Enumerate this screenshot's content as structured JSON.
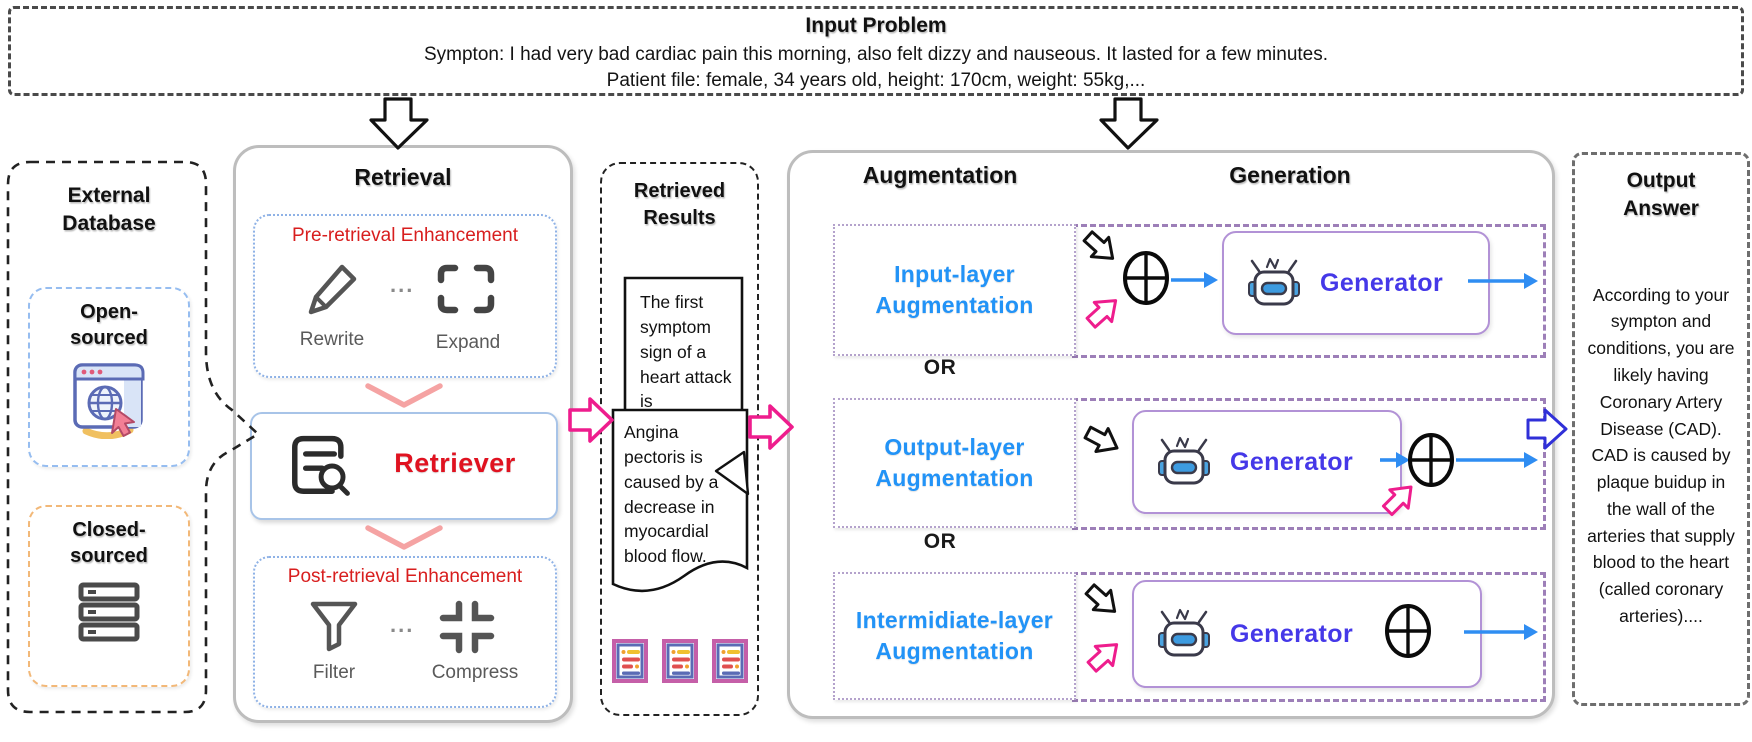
{
  "input_problem": {
    "title": "Input Problem",
    "symptom_line": "Sympton: I had very bad cardiac pain this morning, also felt dizzy and nauseous. It lasted for a few minutes.",
    "patient_line": "Patient file: female, 34 years old, height: 170cm, weight: 55kg,..."
  },
  "external_database": {
    "title": "External Database",
    "open_sourced_label": "Open-sourced",
    "closed_sourced_label": "Closed-sourced"
  },
  "retrieval": {
    "title": "Retrieval",
    "pre_enhancement_title": "Pre-retrieval Enhancement",
    "rewrite_label": "Rewrite",
    "ellipsis": "...",
    "expand_label": "Expand",
    "retriever_label": "Retriever",
    "post_enhancement_title": "Post-retrieval Enhancement",
    "filter_label": "Filter",
    "compress_label": "Compress"
  },
  "retrieved_results": {
    "title": "Retrieved Results",
    "snippet_1": "The first symptom sign of a heart attack is",
    "snippet_2": "Angina pectoris is caused by a decrease in myocardial blood flow."
  },
  "augmentation_generation": {
    "augmentation_title": "Augmentation",
    "generation_title": "Generation",
    "or_label": "OR",
    "generator_label": "Generator",
    "rows": [
      {
        "label": "Input-layer Augmentation"
      },
      {
        "label": "Output-layer Augmentation"
      },
      {
        "label": "Intermidiate-layer Augmentation"
      }
    ]
  },
  "output_answer": {
    "title": "Output Answer",
    "body": "According to your sympton and conditions, you are likely having Coronary Artery Disease (CAD). CAD is caused by plaque buidup in the wall of the arteries that supply blood to the heart (called coronary arteries)...."
  },
  "colors": {
    "enhancement_red": "#d81e1e",
    "retriever_red": "#e01220",
    "layer_blue": "#2293f7",
    "generator_purple": "#4538e8",
    "magenta_arrow": "#ee1d8d",
    "flow_blue": "#2f8df2",
    "pale_pink_arrow": "#f5a3a3",
    "purple_dashed": "#9d7fb8",
    "open_sourced_border": "#96bdf0",
    "closed_sourced_border": "#f2b878",
    "container_gray": "#bdbdbd"
  }
}
